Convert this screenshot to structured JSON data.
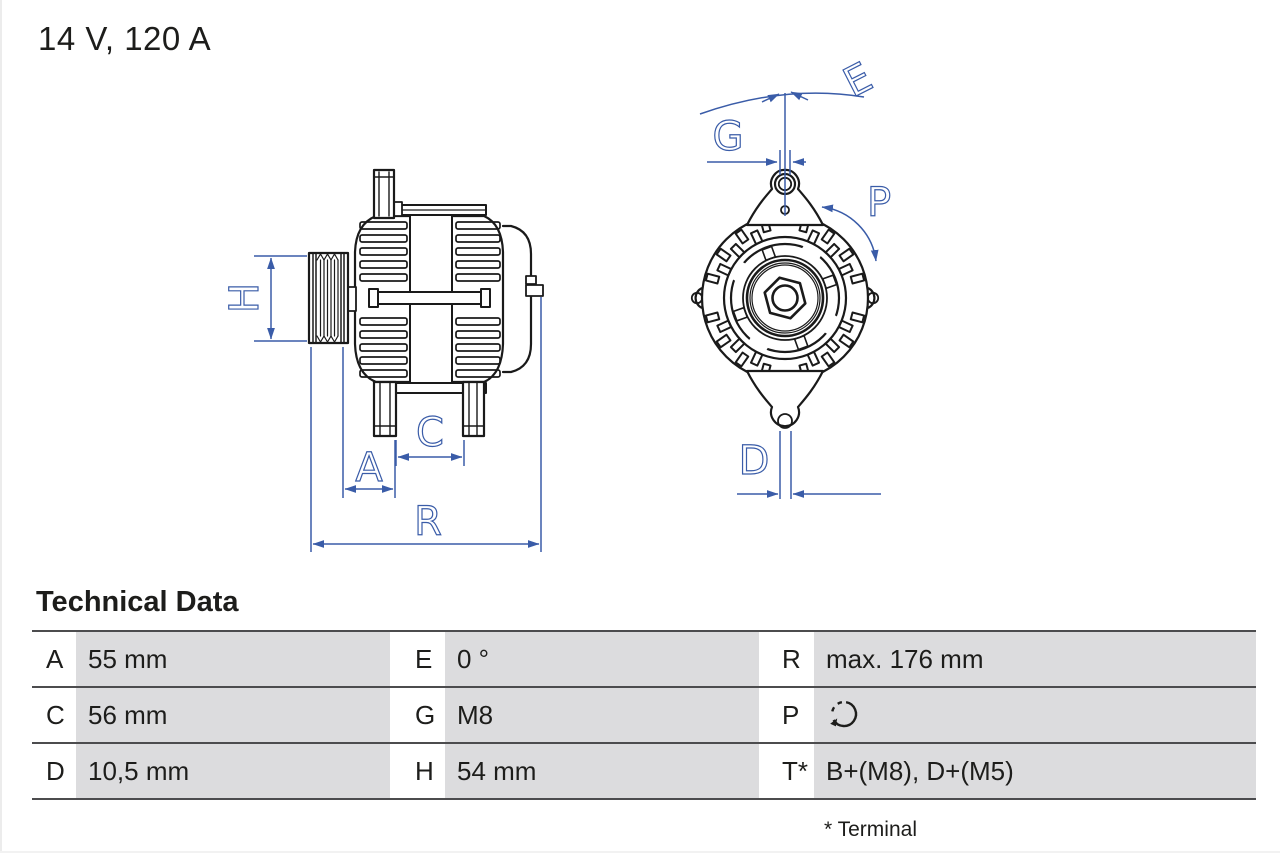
{
  "header": {
    "title": "14 V, 120 A"
  },
  "diagram": {
    "side_view_labels": {
      "H": "H",
      "A": "A",
      "C": "C",
      "R": "R"
    },
    "front_view_labels": {
      "E": "E",
      "G": "G",
      "P": "P",
      "D": "D"
    }
  },
  "technical_data": {
    "title": "Technical Data",
    "rows": [
      {
        "c1": {
          "key": "A",
          "value": "55 mm"
        },
        "c2": {
          "key": "E",
          "value": "0 °"
        },
        "c3": {
          "key": "R",
          "value": "max. 176 mm"
        }
      },
      {
        "c1": {
          "key": "C",
          "value": "56 mm"
        },
        "c2": {
          "key": "G",
          "value": "M8"
        },
        "c3": {
          "key": "P",
          "value": "",
          "icon": "rotation-direction"
        }
      },
      {
        "c1": {
          "key": "D",
          "value": "10,5 mm"
        },
        "c2": {
          "key": "H",
          "value": "54 mm"
        },
        "c3": {
          "key": "T*",
          "value": "B+(M8), D+(M5)"
        }
      }
    ],
    "footnote": "* Terminal"
  },
  "colors": {
    "dimension_blue": "#3A5CA8",
    "drawing_black": "#1a1a1a",
    "table_gray": "#dcdcde",
    "rule_gray": "#4c4c4e"
  }
}
